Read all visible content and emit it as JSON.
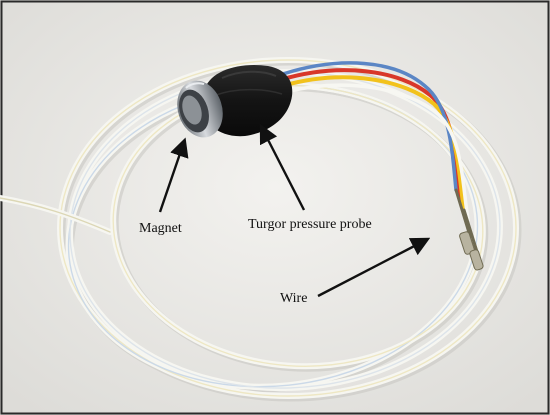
{
  "labels": {
    "magnet": "Magnet",
    "probe": "Turgor pressure probe",
    "wire": "Wire"
  },
  "colors": {
    "background": "#ecebe8",
    "frame": "#2a2a2a",
    "probe_body": "#1c1c1c",
    "magnet_metal": "#9aa0a6",
    "cable_white": "#f7f7f2",
    "wire_red": "#d8372a",
    "wire_yellow": "#f2c21b",
    "wire_blue": "#5b86c5",
    "arrow": "#111111"
  },
  "icons": {
    "probe": "turgor-pressure-probe-icon",
    "magnet": "magnet-icon",
    "cable": "coiled-cable-icon"
  }
}
